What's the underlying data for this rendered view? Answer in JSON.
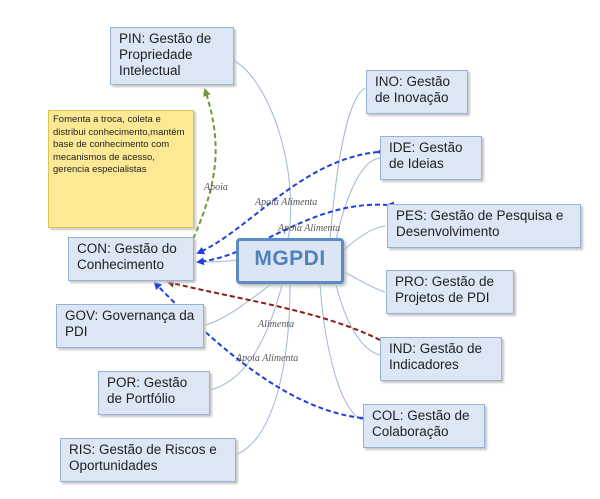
{
  "center": {
    "label": "MGPDI"
  },
  "nodes": {
    "pin": "PIN: Gestão de Propriedade Intelectual",
    "con": "CON: Gestão do Conhecimento",
    "gov": "GOV: Governança da PDI",
    "por": "POR: Gestão de Portfólio",
    "ris": "RIS: Gestão de Riscos e Oportunidades",
    "ino": "INO: Gestão de Inovação",
    "ide": "IDE: Gestão de Ideias",
    "pes": "PES: Gestão de Pesquisa e Desenvolvimento",
    "pro": "PRO: Gestão de Projetos de PDI",
    "ind": "IND: Gestão de Indicadores",
    "col": "COL: Gestão de Colaboração"
  },
  "note": "Fomenta a troca, coleta e distribui conhecimento,mantém base de conhecimento com mecanismos de acesso, gerencia especialistas",
  "relations": {
    "apoia": "Apoia",
    "apoia_alimenta_1": "Apoia Alimenta",
    "apoia_alimenta_2": "Apoia Alimenta",
    "alimenta": "Alimenta",
    "apoia_alimenta_3": "Apoia Alimenta"
  },
  "colors": {
    "support_green": "#6f9a3a",
    "support_blue": "#1f3fdc",
    "feed_red": "#8b1a1a",
    "branch_line": "#9fb6d6"
  }
}
